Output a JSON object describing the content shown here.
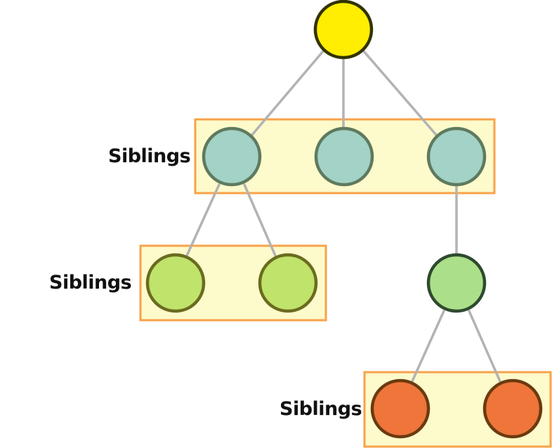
{
  "labels": {
    "siblings_level1": "Siblings",
    "siblings_level2": "Siblings",
    "siblings_level3": "Siblings"
  },
  "colors": {
    "root_fill": "#ffee00",
    "root_stroke": "#333300",
    "level1_fill": "#a3d2c6",
    "level1_stroke": "#5f7a5f",
    "level2_left_fill": "#bfe36b",
    "level2_left_stroke": "#6b6b1f",
    "level2_right_fill": "#abdf8a",
    "level2_right_stroke": "#2f4a2f",
    "level3_fill": "#ef753a",
    "level3_stroke": "#6b3a10",
    "group_fill": "#fdfacb",
    "group_stroke": "#f8a24a",
    "edge": "#b3b3b3"
  }
}
